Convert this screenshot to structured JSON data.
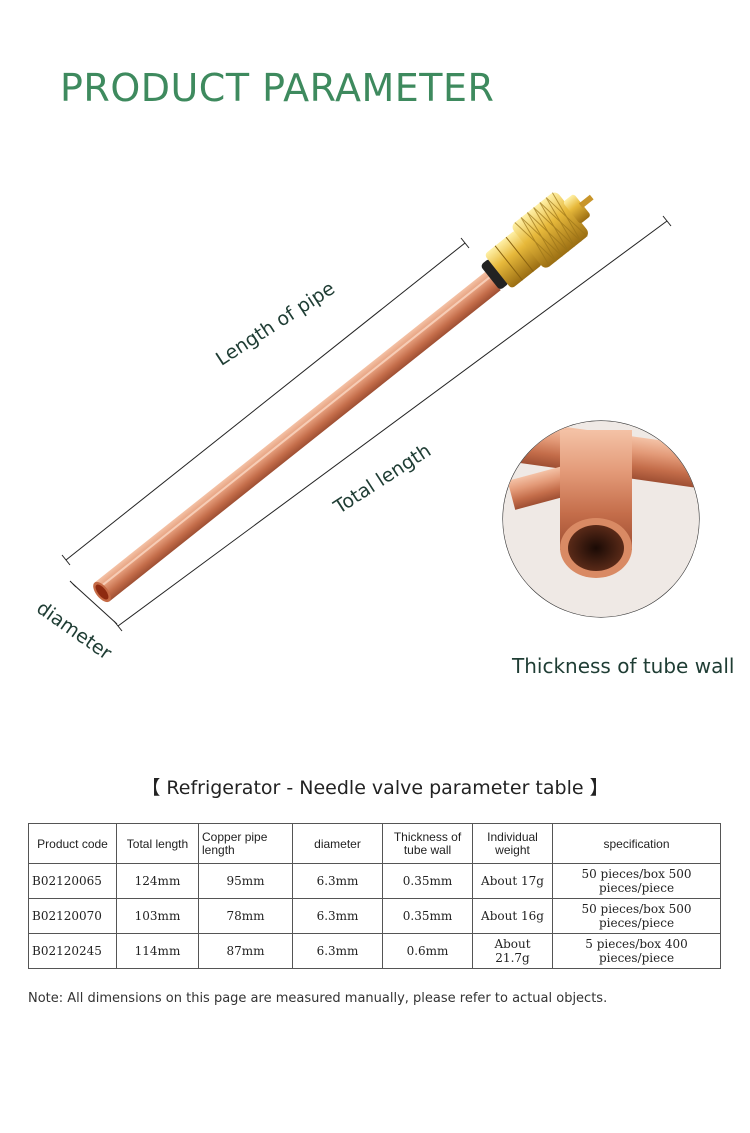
{
  "header": {
    "title": "PRODUCT PARAMETER"
  },
  "figure": {
    "length_of_pipe": "Length of pipe",
    "total_length": "Total length",
    "diameter": "diameter",
    "thickness_of_tube_wall": "Thickness of tube wall"
  },
  "table": {
    "title": "【 Refrigerator - Needle valve parameter table 】",
    "headers": {
      "product_code": "Product code",
      "total_length": "Total length",
      "copper_pipe_length": "Copper pipe length",
      "diameter": "diameter",
      "thickness": "Thickness of tube wall",
      "weight": "Individual weight",
      "specification": "specification"
    },
    "rows": [
      {
        "code": "B02120065",
        "total": "124mm",
        "pipe": "95mm",
        "diameter": "6.3mm",
        "thickness": "0.35mm",
        "weight": "About 17g",
        "spec": "50 pieces/box 500 pieces/piece"
      },
      {
        "code": "B02120070",
        "total": "103mm",
        "pipe": "78mm",
        "diameter": "6.3mm",
        "thickness": "0.35mm",
        "weight": "About 16g",
        "spec": "50 pieces/box 500 pieces/piece"
      },
      {
        "code": "B02120245",
        "total": "114mm",
        "pipe": "87mm",
        "diameter": "6.3mm",
        "thickness": "0.6mm",
        "weight": "About 21.7g",
        "spec": "5 pieces/box 400 pieces/piece"
      }
    ]
  },
  "note": "Note: All dimensions on this page are measured manually, please refer to actual objects.",
  "colors": {
    "title_green": "#3e8a5e",
    "label_dark": "#1f3d34",
    "copper": "#d4896a",
    "brass": "#d9a830"
  }
}
